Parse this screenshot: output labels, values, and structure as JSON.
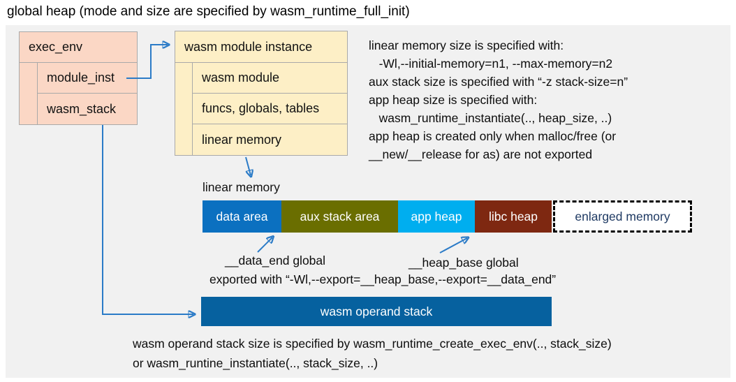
{
  "title": "global heap (mode and size are specified by wasm_runtime_full_init)",
  "exec_env": {
    "header": "exec_env",
    "rows": [
      "module_inst",
      "wasm_stack"
    ]
  },
  "module_instance": {
    "header": "wasm module instance",
    "rows": [
      "wasm module",
      "funcs, globals, tables",
      "linear memory"
    ]
  },
  "notes_right": {
    "lines": [
      "linear memory size is specified with:",
      "   -Wl,--initial-memory=n1, --max-memory=n2",
      "aux stack size is specified with “-z stack-size=n”",
      "app heap size is specified with:",
      "   wasm_runtime_instantiate(.., heap_size, ..)",
      "app heap is created only when malloc/free (or",
      "__new/__release for as) are not exported"
    ]
  },
  "linear_memory": {
    "label": "linear memory",
    "segments": [
      {
        "label": "data area",
        "color": "#0b70c0"
      },
      {
        "label": "aux stack area",
        "color": "#6a6e00"
      },
      {
        "label": "app heap",
        "color": "#00aeef"
      },
      {
        "label": "libc heap",
        "color": "#7e2811"
      }
    ],
    "enlarged": {
      "label": "enlarged memory",
      "text_color": "#1f3a63"
    }
  },
  "annotations": {
    "data_end": "__data_end global",
    "heap_base": "__heap_base global",
    "exported": "exported with “-Wl,--export=__heap_base,--export=__data_end”"
  },
  "operand_stack": {
    "label": "wasm operand stack",
    "color": "#06619f",
    "notes": [
      "wasm operand stack size is specified by wasm_runtime_create_exec_env(.., stack_size)",
      "or wasm_runtine_instantiate(.., stack_size, ..)"
    ]
  },
  "colors": {
    "exec_env_fill": "#fbd7c5",
    "module_instance_fill": "#fdefc6",
    "box_border": "#a9a9a9",
    "background": "#f1f1f1",
    "connector": "#2b7bc7"
  }
}
